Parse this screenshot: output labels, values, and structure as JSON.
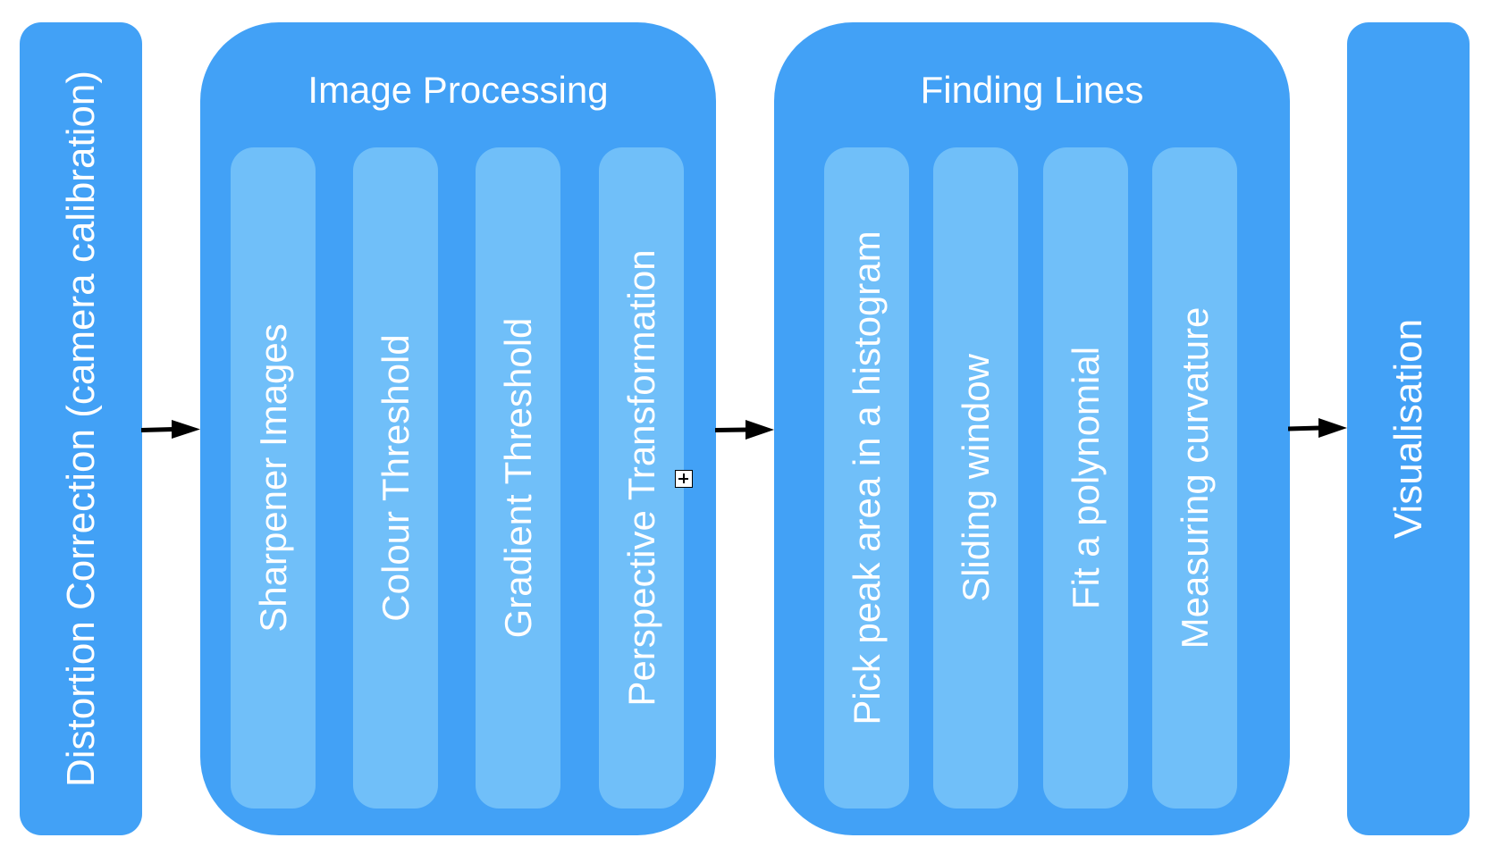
{
  "colors": {
    "panel": "#42a1f6",
    "sub_panel": "#70bff9",
    "text": "#ffffff",
    "arrow": "#000000"
  },
  "stages": {
    "distortion": "Distortion Correction (camera calibration)",
    "image_processing": {
      "title": "Image Processing",
      "steps": [
        "Sharpener Images",
        "Colour Threshold",
        "Gradient Threshold",
        "Perspective Transformation"
      ]
    },
    "finding_lines": {
      "title": "Finding Lines",
      "steps": [
        "Pick peak area in a histogram",
        "Sliding window",
        "Fit a polynomial",
        "Measuring curvature"
      ]
    },
    "visualisation": "Visualisation"
  }
}
